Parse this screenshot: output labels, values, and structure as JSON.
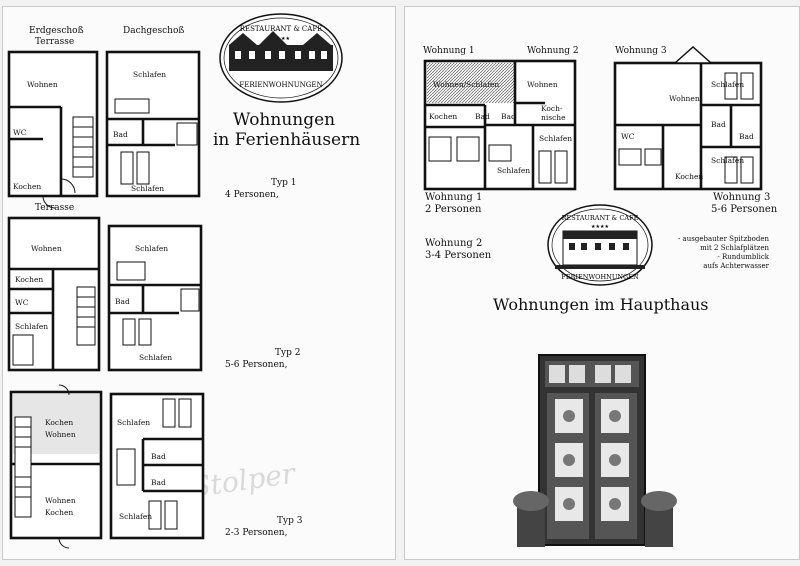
{
  "left_page": {
    "floor_headers": {
      "ground": "Erdgeschoß",
      "attic": "Dachgeschoß"
    },
    "logo": {
      "top_text": "RESTAURANT & CAFE",
      "bottom_text": "FERIENWOHNUNGEN",
      "stars": "★★★★"
    },
    "title_line1": "Wohnungen",
    "title_line2": "in Ferienhäusern",
    "types": [
      {
        "name": "Typ 1",
        "capacity": "4 Personen,",
        "ground": {
          "terrace": "Terrasse",
          "rooms": [
            "Wohnen",
            "WC",
            "Kochen"
          ]
        },
        "attic": {
          "rooms": [
            "Schlafen",
            "Bad",
            "Schlafen"
          ]
        }
      },
      {
        "name": "Typ 2",
        "capacity": "5-6 Personen,",
        "ground": {
          "terrace": "Terrasse",
          "rooms": [
            "Wohnen",
            "Kochen",
            "WC",
            "Schlafen"
          ]
        },
        "attic": {
          "rooms": [
            "Schlafen",
            "Bad",
            "Schlafen"
          ]
        }
      },
      {
        "name": "Typ 3",
        "capacity": "2-3 Personen,",
        "ground": {
          "rooms": [
            "Kochen",
            "Wohnen",
            "Wohnen",
            "Kochen"
          ]
        },
        "attic": {
          "rooms": [
            "Schlafen",
            "Bad",
            "Bad",
            "Schlafen"
          ]
        }
      }
    ]
  },
  "right_page": {
    "apartment_labels": [
      "Wohnung 1",
      "Wohnung 2",
      "Wohnung 3"
    ],
    "plan_rooms": {
      "w1_w2": [
        "Wohnen/Schlafen",
        "Kochen",
        "Bad",
        "Bad",
        "Wohnen",
        "Koch-",
        "nische",
        "Schlafen",
        "Schlafen"
      ],
      "w3": [
        "Schlafen",
        "Wohnen",
        "WC",
        "Bad",
        "Bad",
        "Kochen",
        "Schlafen"
      ]
    },
    "wohnung1": {
      "name": "Wohnung 1",
      "persons": "2 Personen"
    },
    "wohnung2": {
      "name": "Wohnung 2",
      "persons": "3-4 Personen"
    },
    "wohnung3": {
      "name": "Wohnung 3",
      "persons": "5-6 Personen"
    },
    "logo": {
      "top_text": "RESTAURANT & CAFE",
      "bottom_text": "FERIENWOHNUNGEN",
      "stars": "★★★★"
    },
    "note": [
      "- ausgebauter Spitzboden",
      "mit 2 Schlafplätzen",
      "- Rundumblick",
      "aufs Achterwasser"
    ],
    "title": "Wohnungen im Haupthaus"
  },
  "colors": {
    "paper": "#fbfbfb",
    "ink": "#111111",
    "watermark": "#d9d9d9"
  }
}
